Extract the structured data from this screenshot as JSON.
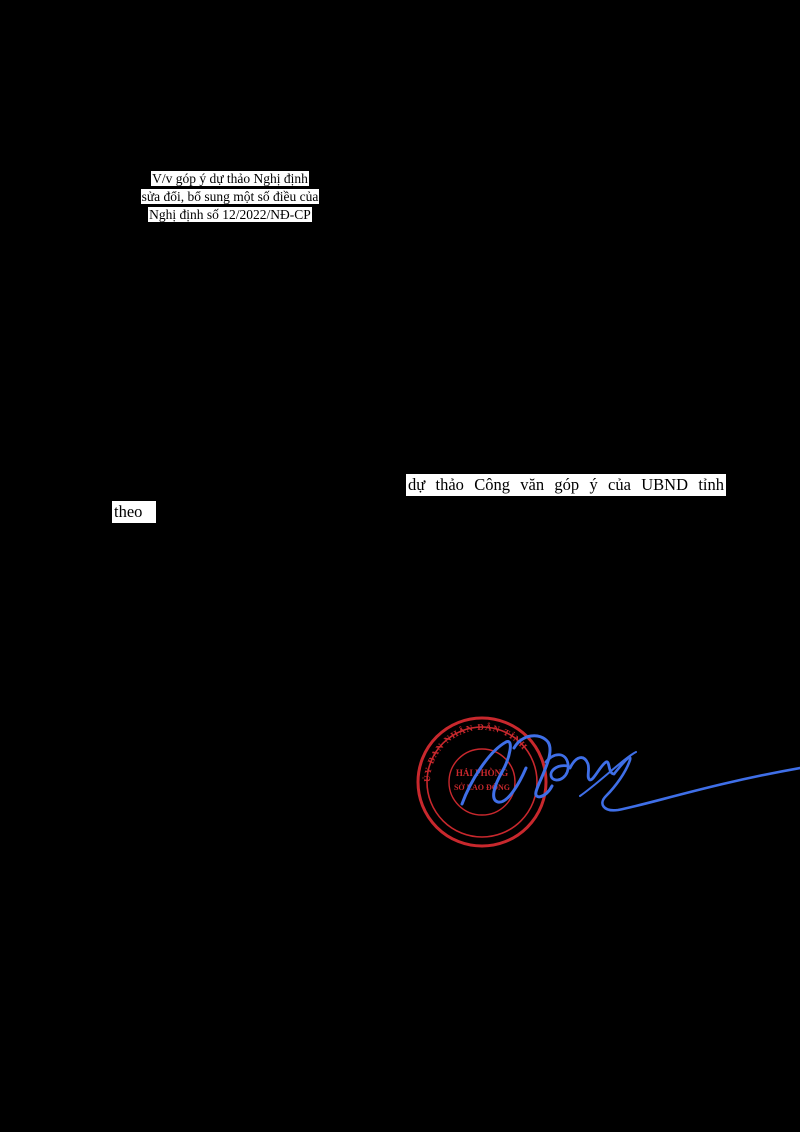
{
  "document": {
    "abstract_lines": [
      "V/v góp ý dự thảo Nghị định",
      "sửa đổi, bổ sung một số điều của",
      "Nghị định số 12/2022/NĐ-CP"
    ],
    "body_fragments": [
      "dự thảo Công văn góp ý của UBND tỉnh",
      "theo"
    ],
    "seal": {
      "outer_text": "ỦY BAN NHÂN DÂN TỈNH",
      "inner_text_line1": "HẢI PHÒNG",
      "inner_text_line2": "SỞ LAO ĐỘNG",
      "seal_color": "#c8282d",
      "signature_color": "#3f6fe8"
    }
  }
}
